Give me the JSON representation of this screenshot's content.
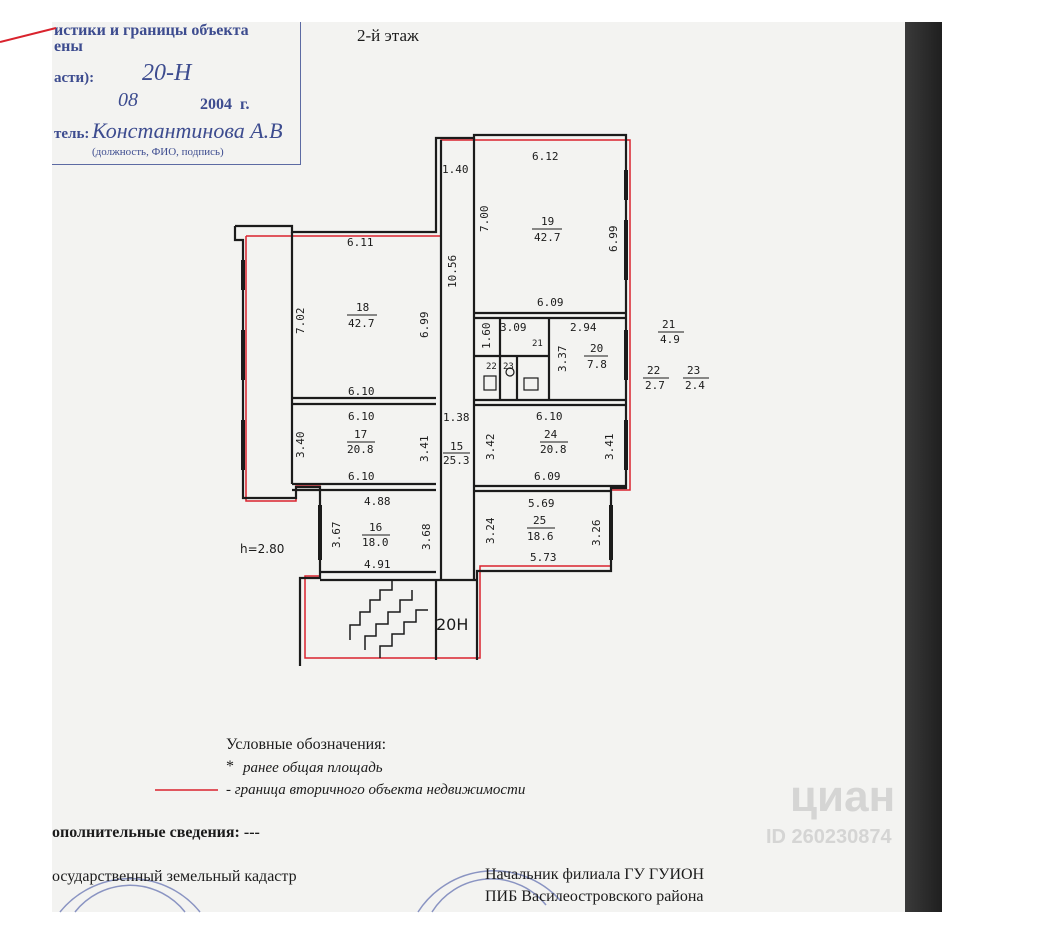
{
  "header": {
    "floor_title": "2-й этаж",
    "stamp_line1": "истики и границы объекта",
    "stamp_line2": "ены",
    "stamp_label_part": "асти):",
    "stamp_value_part": "20-Н",
    "stamp_date_month": "08",
    "stamp_year": "2004",
    "stamp_year_suffix": "г.",
    "stamp_label_exec": "тель:",
    "stamp_exec_name": "Константинова А.В",
    "stamp_exec_hint": "(должность, ФИО, подпись)"
  },
  "plan": {
    "height_label": "h=2.80",
    "unit_label": "20Н",
    "dims": {
      "d_1_40": "1.40",
      "d_6_12": "6.12",
      "d_7_00": "7.00",
      "d_6_99a": "6.99",
      "d_6_11": "6.11",
      "d_7_02": "7.02",
      "d_10_56": "10.56",
      "d_6_99b": "6.99",
      "d_6_09a": "6.09",
      "d_1_60": "1.60",
      "d_3_09": "3.09",
      "d_2_94": "2.94",
      "d_3_37": "3.37",
      "d_6_10a": "6.10",
      "d_6_10b": "6.10",
      "d_1_38": "1.38",
      "d_6_10c": "6.10",
      "d_3_40": "3.40",
      "d_3_41a": "3.41",
      "d_3_42": "3.42",
      "d_3_41b": "3.41",
      "d_6_10d": "6.10",
      "d_6_09b": "6.09",
      "d_4_88": "4.88",
      "d_5_69": "5.69",
      "d_3_67": "3.67",
      "d_3_68": "3.68",
      "d_3_24": "3.24",
      "d_3_26": "3.26",
      "d_4_91": "4.91",
      "d_5_73": "5.73"
    },
    "rooms": {
      "r19_num": "19",
      "r19_area": "42.7",
      "r18_num": "18",
      "r18_area": "42.7",
      "r21_num": "21",
      "r20_num": "20",
      "r20_area": "7.8",
      "r22_num": "22",
      "r23_num": "23",
      "r17_num": "17",
      "r17_area": "20.8",
      "r15_num": "15",
      "r15_area": "25.3",
      "r24_num": "24",
      "r24_area": "20.8",
      "r16_num": "16",
      "r16_area": "18.0",
      "r25_num": "25",
      "r25_area": "18.6"
    },
    "side_legend": {
      "a_num": "21",
      "a_area": "4.9",
      "b_num": "22",
      "b_area": "2.7",
      "c_num": "23",
      "c_area": "2.4"
    }
  },
  "legend": {
    "title": "Условные обозначения:",
    "star": "*",
    "item1": "ранее общая площадь",
    "item2": "- граница вторичного объекта недвижимости"
  },
  "footer": {
    "extra_info": "ополнительные  сведения:  ---",
    "cadastre": "осударственный земельный кадастр",
    "chief_line1": "Начальник филиала ГУ  ГУИОН",
    "chief_line2": "ПИБ Василеостровского района"
  },
  "watermark": {
    "brand": "циан",
    "id": "ID 260230874"
  },
  "colors": {
    "boundary": "#d9232d",
    "stamp_ink": "#4b5a99",
    "line": "#1b1b1b"
  }
}
